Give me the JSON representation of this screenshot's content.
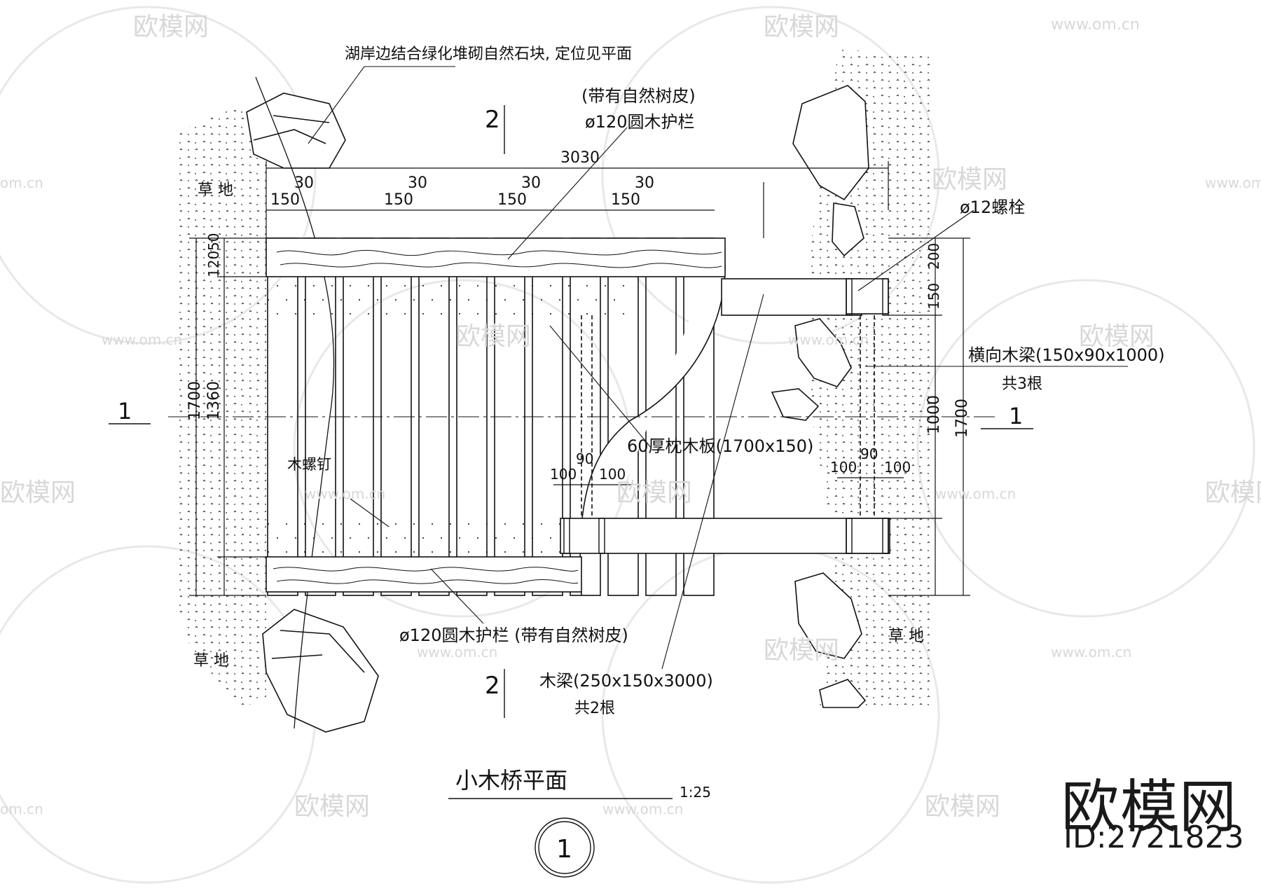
{
  "watermark": {
    "brand": "欧模网",
    "domain": "www.om.cn",
    "domain_short": "om.cn"
  },
  "brand": {
    "name": "欧模网",
    "id": "ID:2721823"
  },
  "title": {
    "text": "小木桥平面",
    "scale": "1:25",
    "number": "1"
  },
  "annotations": {
    "stones": "湖岸边结合绿化堆砌自然石块, 定位见平面",
    "rail_top_1": "(带有自然树皮)",
    "rail_top_2": "ø120圆木护栏",
    "bolt": "ø12螺栓",
    "cross_beam_1": "横向木梁(150x90x1000)",
    "cross_beam_2": "共3根",
    "sleeper": "60厚枕木板(1700x150)",
    "screw": "木螺钉",
    "rail_bottom": "ø120圆木护栏 (带有自然树皮)",
    "beam_1": "木梁(250x150x3000)",
    "beam_2": "共2根",
    "grass": "草 地"
  },
  "section_marks": {
    "s1": "1",
    "s2": "2"
  },
  "dimensions": {
    "overall_width": "3030",
    "gap": "30",
    "plank": "150",
    "left_top": "50",
    "left_rail": "120",
    "left_mid": "1360",
    "left_total": "1700",
    "right_top": "200",
    "right_beam": "150",
    "right_mid": "1000",
    "right_total": "1700",
    "post_gap": "90",
    "post_offset": "100"
  },
  "icons": [
    "stone-outline",
    "grass-stipple",
    "section-arrow",
    "title-circle",
    "watermark-logo"
  ]
}
